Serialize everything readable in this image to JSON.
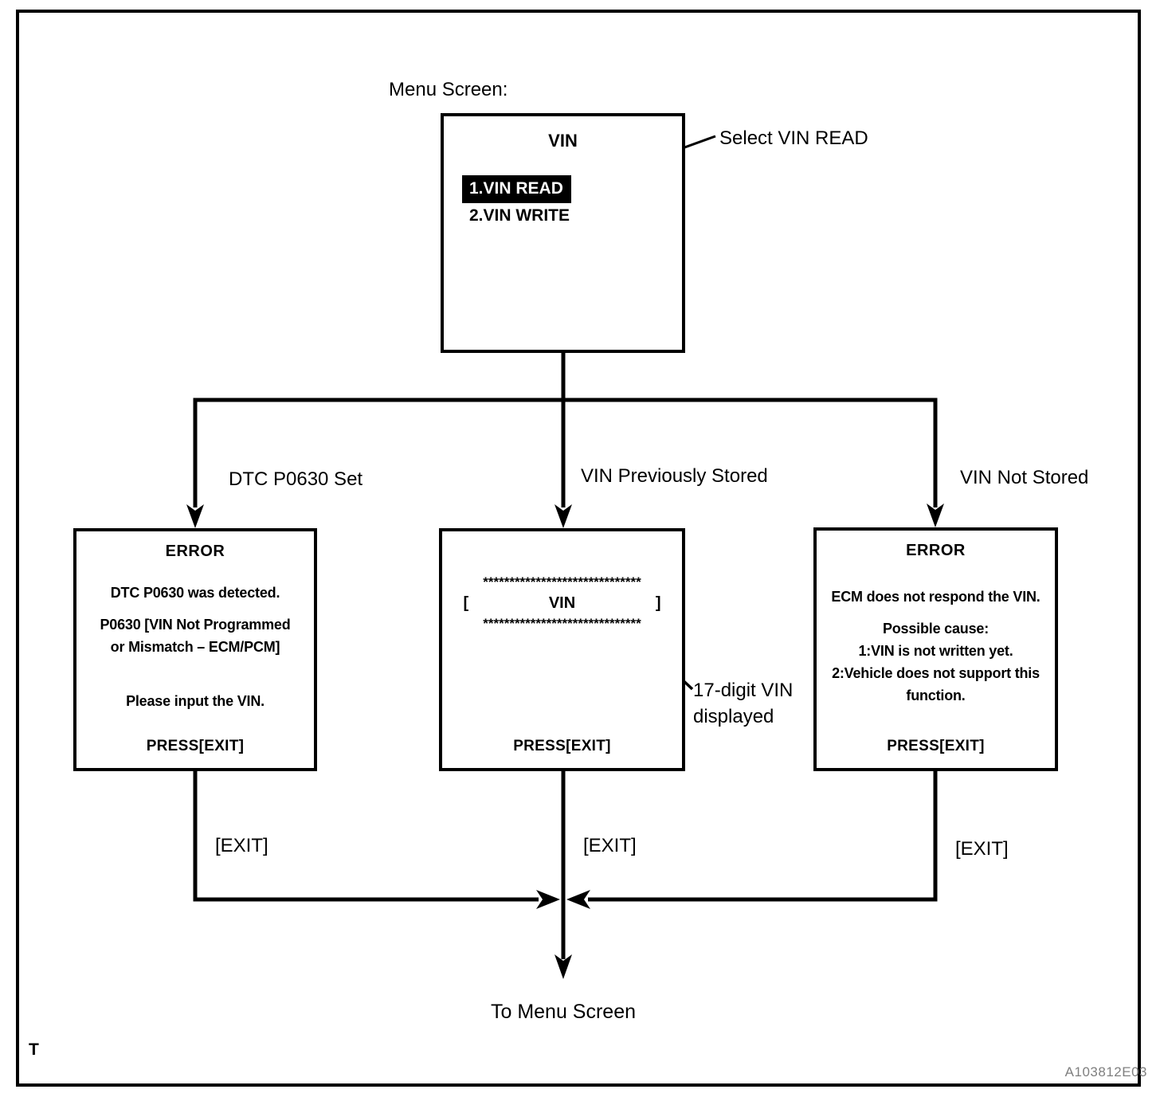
{
  "figure": {
    "corner_letter": "T",
    "code": "A103812E03"
  },
  "menu": {
    "caption": "Menu Screen:",
    "title": "VIN",
    "items": [
      {
        "label": "1.VIN READ",
        "selected": true
      },
      {
        "label": "2.VIN WRITE",
        "selected": false
      }
    ],
    "annotation": "Select VIN READ"
  },
  "branches": {
    "left": "DTC P0630 Set",
    "middle": "VIN Previously Stored",
    "right": "VIN Not Stored"
  },
  "screens": {
    "dtc_error": {
      "title": "ERROR",
      "line1": "DTC P0630 was detected.",
      "line2a": "P0630  [VIN Not Programmed",
      "line2b": "or Mismatch – ECM/PCM]",
      "line3": "Please input the VIN.",
      "footer": "PRESS[EXIT]"
    },
    "vin_display": {
      "stars": "******************************",
      "bracket_open": "[",
      "label": "VIN",
      "bracket_close": "]",
      "footer": "PRESS[EXIT]",
      "annotation_line1": "17-digit VIN",
      "annotation_line2": "displayed"
    },
    "no_response": {
      "title": "ERROR",
      "line1": "ECM does not respond the VIN.",
      "line2": "Possible cause:",
      "line3": "1:VIN is not written yet.",
      "line4": "2:Vehicle does not support this",
      "line5": "function.",
      "footer": "PRESS[EXIT]"
    }
  },
  "exits": {
    "left": "[EXIT]",
    "middle": "[EXIT]",
    "right": "[EXIT]"
  },
  "footer_label": "To Menu Screen"
}
